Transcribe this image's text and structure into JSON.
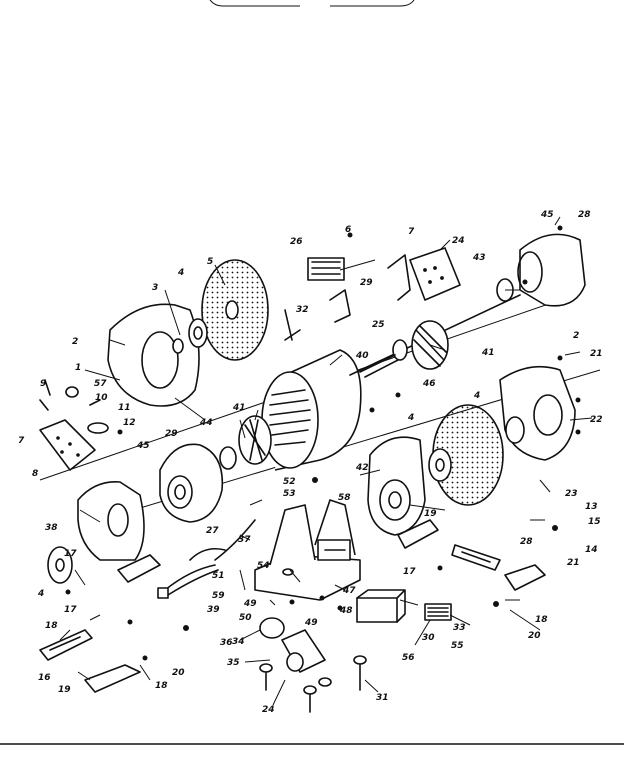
{
  "diagram": {
    "labels": [
      "1",
      "2",
      "2",
      "3",
      "4",
      "4",
      "4",
      "4",
      "5",
      "6",
      "7",
      "7",
      "8",
      "9",
      "10",
      "11",
      "12",
      "13",
      "14",
      "15",
      "16",
      "17",
      "17",
      "17",
      "18",
      "18",
      "18",
      "19",
      "19",
      "20",
      "20",
      "21",
      "21",
      "22",
      "23",
      "24",
      "24",
      "25",
      "26",
      "27",
      "28",
      "28",
      "29",
      "29",
      "30",
      "31",
      "32",
      "33",
      "34",
      "35",
      "36",
      "37",
      "38",
      "39",
      "40",
      "41",
      "41",
      "42",
      "43",
      "44",
      "45",
      "45",
      "46",
      "47",
      "48",
      "49",
      "49",
      "50",
      "51",
      "52",
      "53",
      "54",
      "55",
      "56",
      "57",
      "58",
      "59"
    ]
  },
  "colors": {
    "ink": "#111111",
    "paper": "#ffffff"
  }
}
